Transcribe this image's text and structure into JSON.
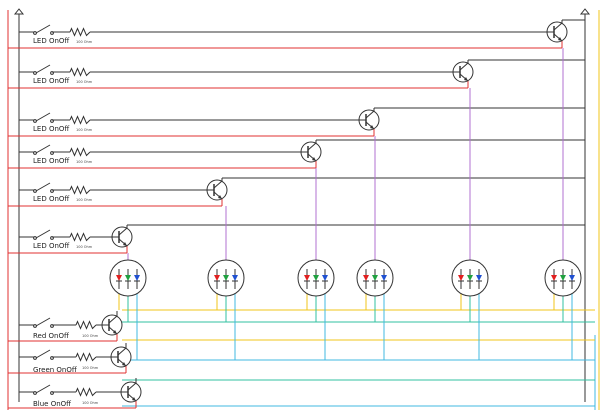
{
  "diagram": {
    "led_switch_label": "LED OnOff",
    "resistor_label": "100 Ohm",
    "color_switch_labels": [
      "Red OnOff",
      "Green OnOff",
      "Blue OnOff"
    ],
    "led_row_count": 6,
    "rgb_led_count": 6,
    "colors": {
      "wire": "#333333",
      "supply": "#e23030",
      "column": "#b070d0",
      "red_bus": "#f0c419",
      "green_bus": "#30c0a0",
      "blue_bus": "#40b8e0",
      "led_red": "#e02020",
      "led_green": "#20a040",
      "led_blue": "#2050d0"
    }
  }
}
